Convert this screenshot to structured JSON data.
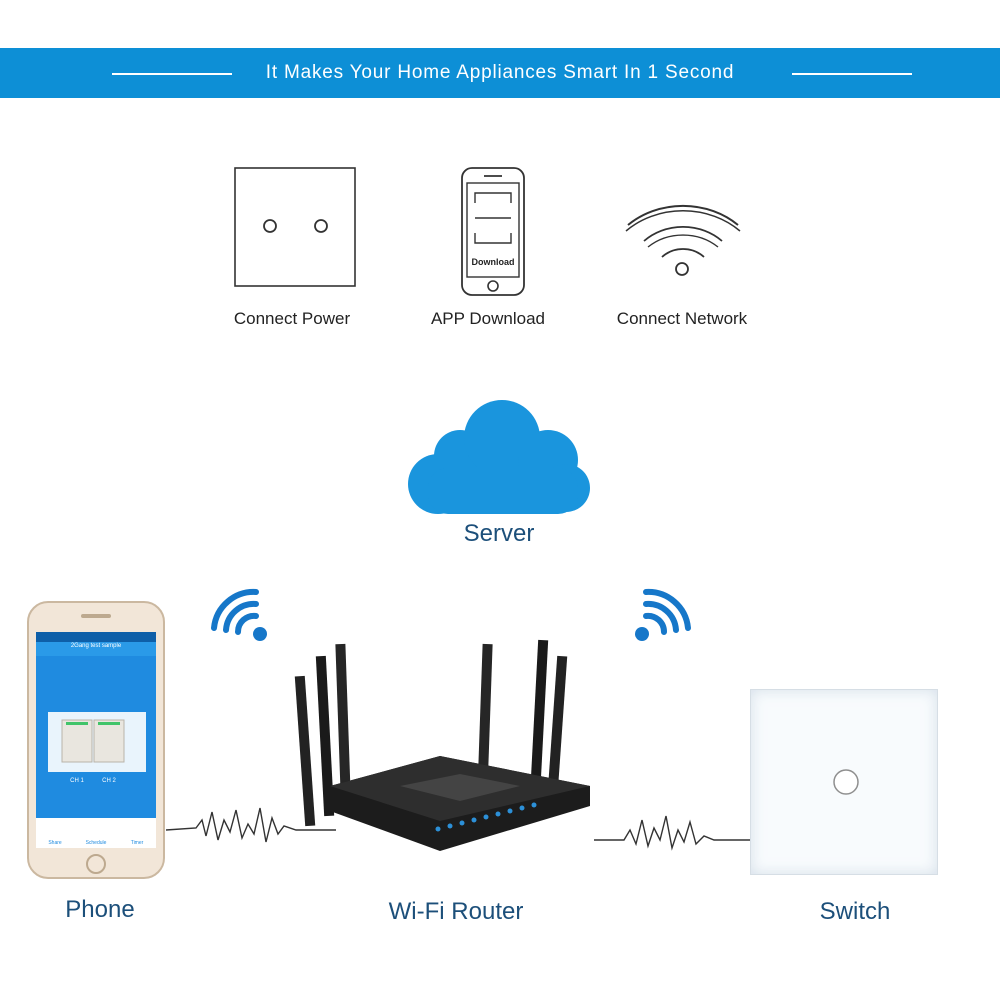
{
  "banner": {
    "title": "It Makes Your Home Appliances Smart In 1 Second"
  },
  "steps": [
    {
      "label": "Connect Power",
      "icon": "wall-switch-outline-icon"
    },
    {
      "label": "APP Download",
      "icon": "phone-outline-icon",
      "screen_text": "Download"
    },
    {
      "label": "Connect Network",
      "icon": "wifi-outline-icon"
    }
  ],
  "server": {
    "label": "Server",
    "icon": "cloud-icon",
    "color": "#1a95dd"
  },
  "devices": {
    "phone": {
      "label": "Phone",
      "app_title": "2Gang test sample",
      "ch1": "CH 1",
      "ch2": "CH 2",
      "tabs": [
        "Share",
        "Schedule",
        "Timer"
      ]
    },
    "router": {
      "label": "Wi-Fi Router"
    },
    "switch": {
      "label": "Switch"
    }
  },
  "colors": {
    "brand_blue": "#0d8fd6",
    "caption_blue": "#1c4f7a",
    "wifi_blue": "#1677c9"
  }
}
